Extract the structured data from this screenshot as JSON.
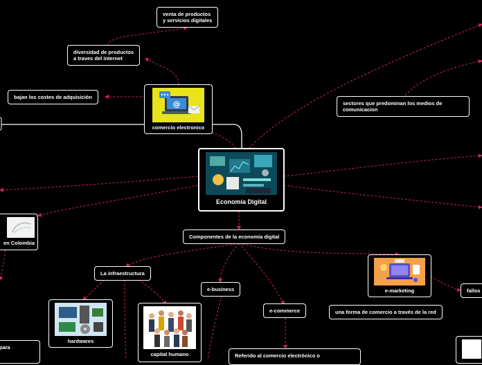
{
  "root": {
    "label": "Economía Digital"
  },
  "nodes": {
    "venta": "venta de productos\ny servicios digitales",
    "diversidad": "diversidad de productos\na traves del internet",
    "bajan": "bajan los costes de adquisición",
    "comercio_electronico": "comercio electronico",
    "sectores": "sectores que predominan los medios de\ncomunicacion",
    "componentes": "Componentes de la economía digital",
    "colombia": "en Colombia",
    "infraestructura": "La infraestructura",
    "hardwares": "hardwares",
    "capital_humano": "capital humano",
    "e_business": "e-business",
    "e_commerce": "e-commerce",
    "e_marketing": "e-marketing",
    "forma_comercio": "una forma de comercio a través de la red",
    "fallos": "fallos",
    "referido": "Referido al comercio electrónico o",
    "para": "para"
  },
  "colors": {
    "background": "#000000",
    "node_border": "#ffffff",
    "link_dashed": "#d0245e",
    "link_solid": "#ffffff",
    "comercio_image_bg": "#e8e31a",
    "marketing_image_bg": "#f5a04a"
  },
  "icons": {
    "comercio": "laptop-email-icon",
    "root": "digital-economy-collage-icon",
    "hardwares": "computer-hardware-icon",
    "capital_humano": "business-people-icon",
    "e_marketing": "online-marketing-icon",
    "colombia": "colombia-map-icon"
  }
}
